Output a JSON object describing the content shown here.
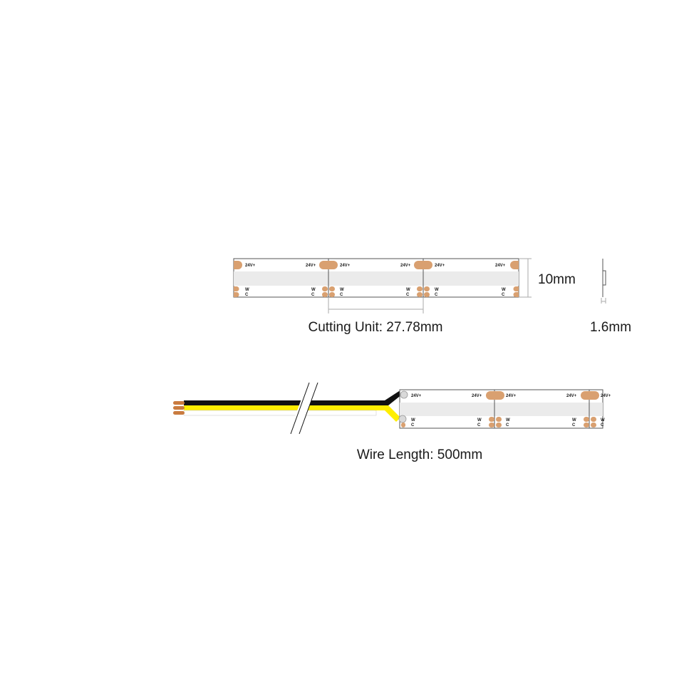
{
  "strip": {
    "voltage_label": "24V+",
    "warm_label": "W",
    "cool_label": "C"
  },
  "dimensions": {
    "width": "10mm",
    "thickness": "1.6mm",
    "cutting_unit": "Cutting Unit: 27.78mm",
    "wire_length": "Wire Length: 500mm"
  },
  "colors": {
    "pad": "#d9a070",
    "cob_band": "#ebebeb",
    "outline": "#555555",
    "wire_black": "#111111",
    "wire_yellow": "#ffee00",
    "wire_white": "#ffffff",
    "copper": "#c97b3f"
  }
}
